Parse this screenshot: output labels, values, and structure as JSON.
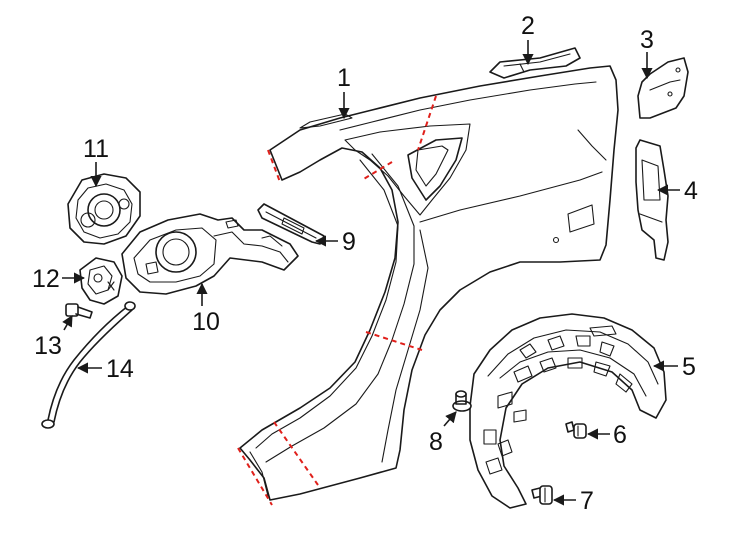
{
  "diagram": {
    "callouts": [
      {
        "id": "1",
        "text": "1"
      },
      {
        "id": "2",
        "text": "2"
      },
      {
        "id": "3",
        "text": "3"
      },
      {
        "id": "4",
        "text": "4"
      },
      {
        "id": "5",
        "text": "5"
      },
      {
        "id": "6",
        "text": "6"
      },
      {
        "id": "7",
        "text": "7"
      },
      {
        "id": "8",
        "text": "8"
      },
      {
        "id": "9",
        "text": "9"
      },
      {
        "id": "10",
        "text": "10"
      },
      {
        "id": "11",
        "text": "11"
      },
      {
        "id": "12",
        "text": "12"
      },
      {
        "id": "13",
        "text": "13"
      },
      {
        "id": "14",
        "text": "14"
      }
    ],
    "colors": {
      "line": "#1a1a1a",
      "cut_line": "#e0201b",
      "background": "#ffffff"
    }
  }
}
